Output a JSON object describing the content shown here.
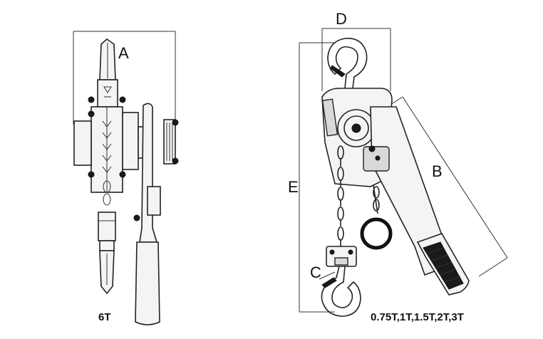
{
  "dimension_labels": {
    "a": "A",
    "b": "B",
    "c": "C",
    "d": "D",
    "e": "E"
  },
  "captions": {
    "left_model": "6T",
    "right_models": "0.75T,1T,1.5T,2T,3T"
  },
  "colors": {
    "line": "#222222",
    "fill": "#f4f4f4",
    "background": "#ffffff"
  }
}
